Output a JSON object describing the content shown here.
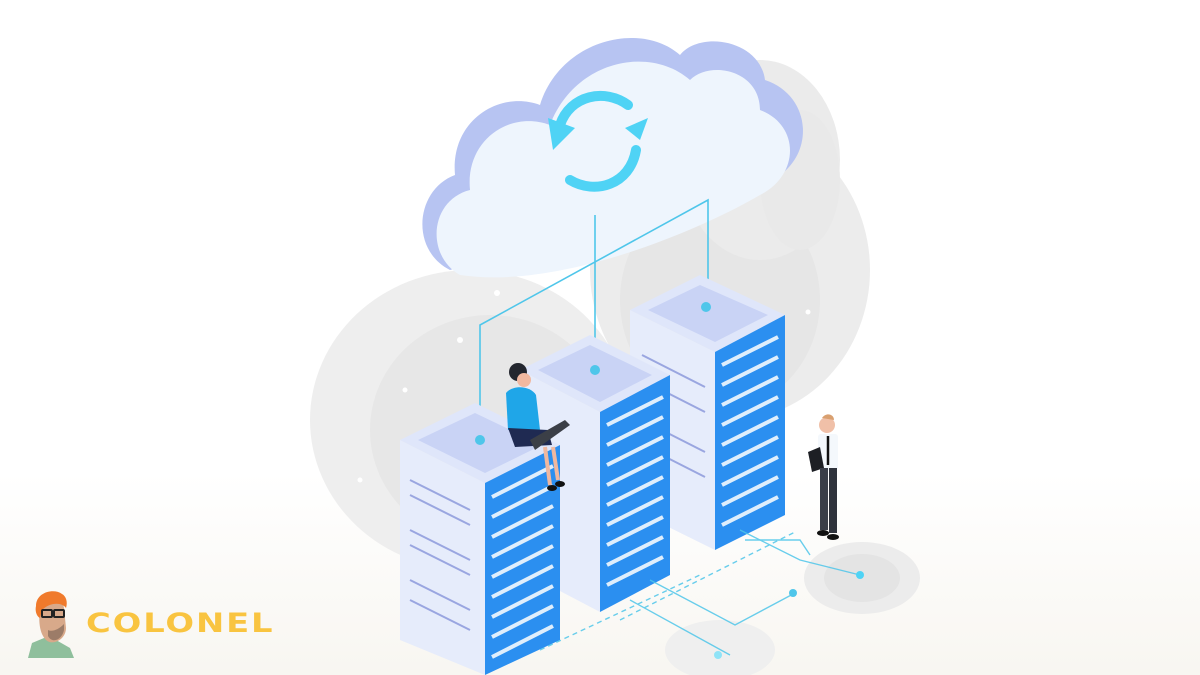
{
  "illustration": {
    "subject": "Isometric cloud sync with three server racks and two people",
    "cloud_icon": "sync-arrows-icon",
    "servers": [
      {
        "name": "server-left"
      },
      {
        "name": "server-middle"
      },
      {
        "name": "server-right"
      }
    ],
    "people": [
      {
        "name": "woman-with-laptop",
        "pose": "sitting on left server"
      },
      {
        "name": "man-with-tablet",
        "pose": "standing right"
      }
    ],
    "colors": {
      "cloud_face": "#eef5fd",
      "cloud_side": "#b7c4f2",
      "sync_icon": "#4fd3f5",
      "server_body": "#e6ecfb",
      "server_side": "#d3dcf6",
      "server_panel": "#2b8ff0",
      "connector": "#4fc6ea",
      "shadow_rings": "#e9e9e9",
      "logo_text": "#f9c440"
    }
  },
  "brand": {
    "logo_text": "COLONEL",
    "logo_icon": "colonel-avatar-icon"
  }
}
